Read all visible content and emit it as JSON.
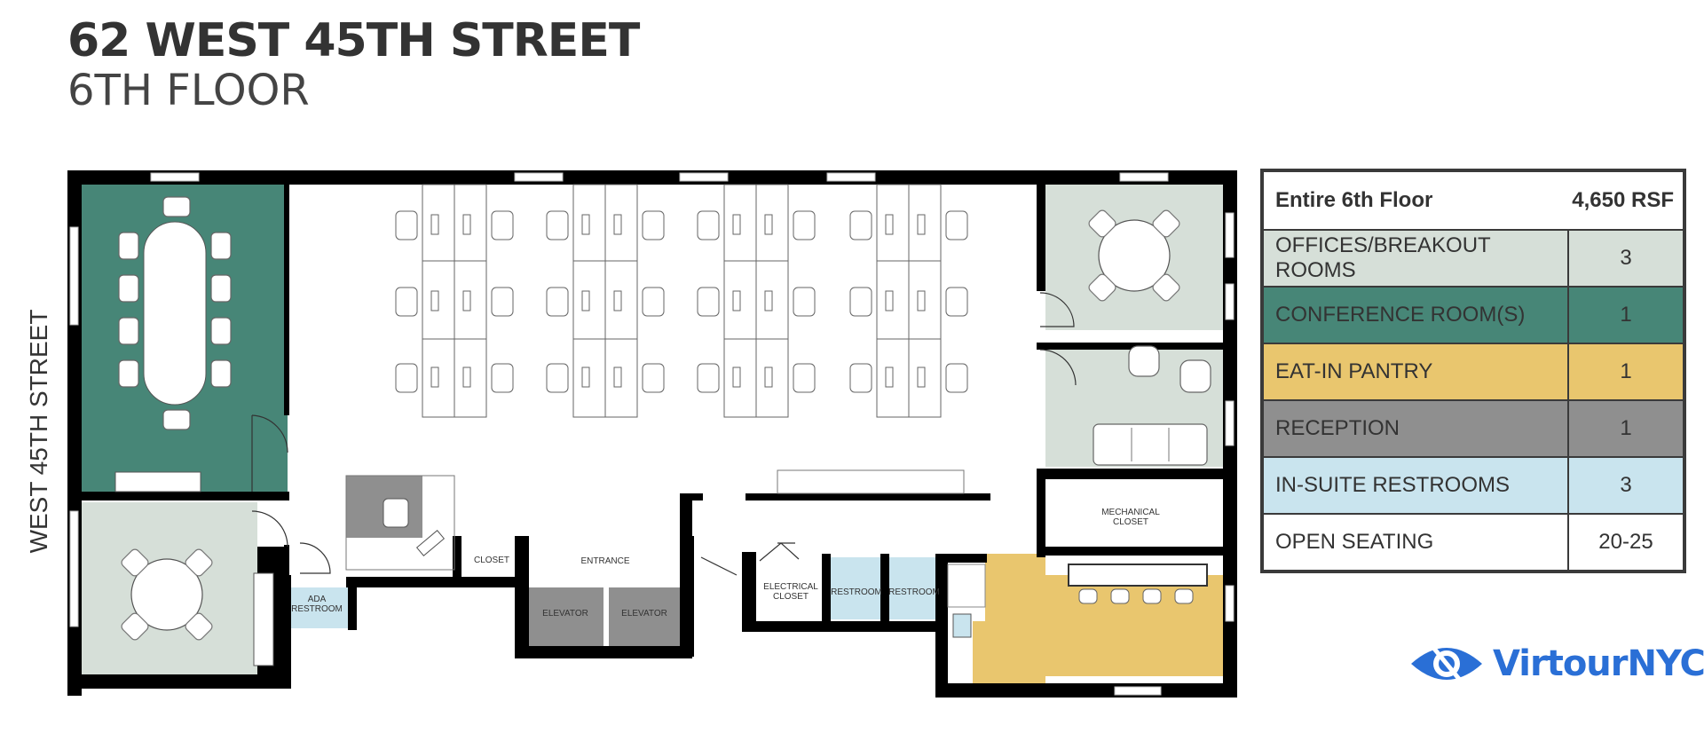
{
  "header": {
    "title": "62 WEST 45TH STREET",
    "subtitle": "6TH FLOOR"
  },
  "street_label": "WEST 45TH STREET",
  "rooms": {
    "entrance": "ENTRANCE",
    "closet": "CLOSET",
    "elevator": "ELEVATOR",
    "electrical_1": "ELECTRICAL",
    "electrical_2": "CLOSET",
    "restroom": "RESTROOM",
    "ada_1": "ADA",
    "ada_2": "RESTROOM",
    "mechanical_1": "MECHANICAL",
    "mechanical_2": "CLOSET"
  },
  "legend": {
    "header_label": "Entire 6th Floor",
    "header_value": "4,650 RSF",
    "rows": [
      {
        "label": "OFFICES/BREAKOUT ROOMS",
        "value": "3",
        "color": "#d6dfd8"
      },
      {
        "label": "CONFERENCE ROOM(S)",
        "value": "1",
        "color": "#478677"
      },
      {
        "label": "EAT-IN PANTRY",
        "value": "1",
        "color": "#e9c66e"
      },
      {
        "label": "RECEPTION",
        "value": "1",
        "color": "#8f8f8f"
      },
      {
        "label": "IN-SUITE RESTROOMS",
        "value": "3",
        "color": "#c9e4ee"
      },
      {
        "label": "OPEN SEATING",
        "value": "20-25",
        "color": "#ffffff"
      }
    ]
  },
  "brand": {
    "name": "VirtourNYC",
    "color": "#2a6fd6"
  }
}
